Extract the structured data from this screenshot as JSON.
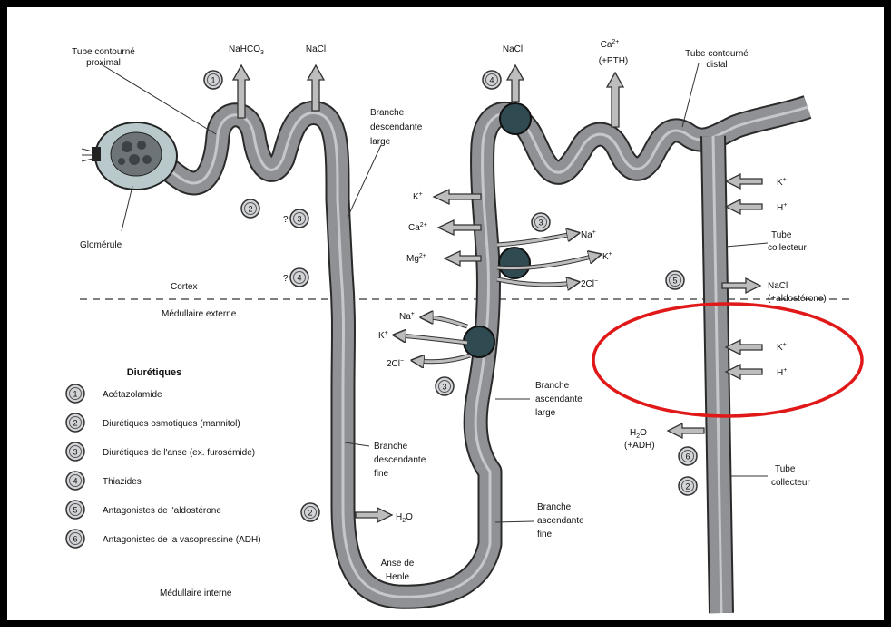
{
  "labels": {
    "tcp": [
      "Tube contourné",
      "proximal"
    ],
    "nahco3": "NaHCO",
    "nahco3_sub": "3",
    "nacl_top1": "NaCl",
    "nacl_top2": "NaCl",
    "ca_top": "Ca",
    "ca_top_sup": "2+",
    "pth": "(+PTH)",
    "tcd": [
      "Tube contourné",
      "distal"
    ],
    "branche_desc_large": [
      "Branche",
      "descendante",
      "large"
    ],
    "glomerule": "Glomérule",
    "cortex": "Cortex",
    "medullaire_externe": "Médullaire externe",
    "medullaire_interne": "Médullaire interne",
    "k_left": "K",
    "ca_left": "Ca",
    "mg_left": "Mg",
    "na_right": "Na",
    "k_right": "K",
    "cl2_right": "2Cl",
    "na_lower": "Na",
    "k_lower": "K",
    "cl2_lower": "2Cl",
    "k_tc": "K",
    "h_tc": "H",
    "tube_collecteur_1": [
      "Tube",
      "collecteur"
    ],
    "nacl_aldo": "NaCl",
    "aldo": "(+aldostérone)",
    "k_tc2": "K",
    "h_tc2": "H",
    "branche_asc_large": [
      "Branche",
      "ascendante",
      "large"
    ],
    "h2o_adh": "H",
    "h2o_adh_sub": "2",
    "h2o_adh_o": "O",
    "adh": "(+ADH)",
    "tube_collecteur_2": [
      "Tube",
      "collecteur"
    ],
    "branche_desc_fine": [
      "Branche",
      "descendante",
      "fine"
    ],
    "h2o_loop": "H",
    "h2o_loop_sub": "2",
    "h2o_loop_o": "O",
    "branche_asc_fine": [
      "Branche",
      "ascendante",
      "fine"
    ],
    "anse": [
      "Anse de",
      "Henle"
    ],
    "q3": "?",
    "q4": "?"
  },
  "badges": {
    "b1_top": "1",
    "b2_prox": "2",
    "b3_prox": "3",
    "b4_prox": "4",
    "b4_top": "4",
    "b3_asc": "3",
    "b3_lower": "3",
    "b5_tc": "5",
    "b2_loop": "2",
    "b6_tc": "6",
    "b2_tc": "2"
  },
  "legend": {
    "title": "Diurétiques",
    "items": [
      {
        "num": "1",
        "text": "Acétazolamide"
      },
      {
        "num": "2",
        "text": "Diurétiques osmotiques (mannitol)"
      },
      {
        "num": "3",
        "text": "Diurétiques de l'anse (ex. furosémide)"
      },
      {
        "num": "4",
        "text": "Thiazides"
      },
      {
        "num": "5",
        "text": "Antagonistes de l'aldostérone"
      },
      {
        "num": "6",
        "text": "Antagonistes de la vasopressine (ADH)"
      }
    ]
  },
  "colors": {
    "tubule": "#8f9195",
    "tubule_edge": "#2a2a2a",
    "lumen": "#c5c7ca",
    "badge_fill": "#d2d4d7",
    "pump": "#2f4a50",
    "glomerulus": "#b9c9cb",
    "highlight": "#e01818",
    "frame": "#000000"
  }
}
